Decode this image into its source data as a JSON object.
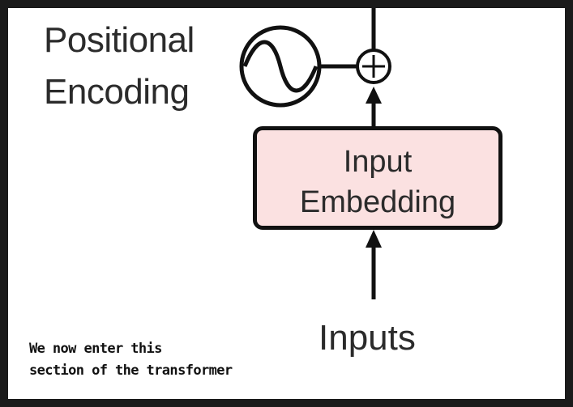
{
  "diagram": {
    "positional_encoding": {
      "line1": "Positional",
      "line2": "Encoding"
    },
    "input_embedding": {
      "line1": "Input",
      "line2": "Embedding"
    },
    "inputs_label": "Inputs"
  },
  "annotation": {
    "line1": "We now enter this",
    "line2": "section of the transformer"
  },
  "colors": {
    "embedding_fill": "#fbe1e1",
    "stroke": "#111111",
    "background_frame": "#1b1b1b"
  }
}
